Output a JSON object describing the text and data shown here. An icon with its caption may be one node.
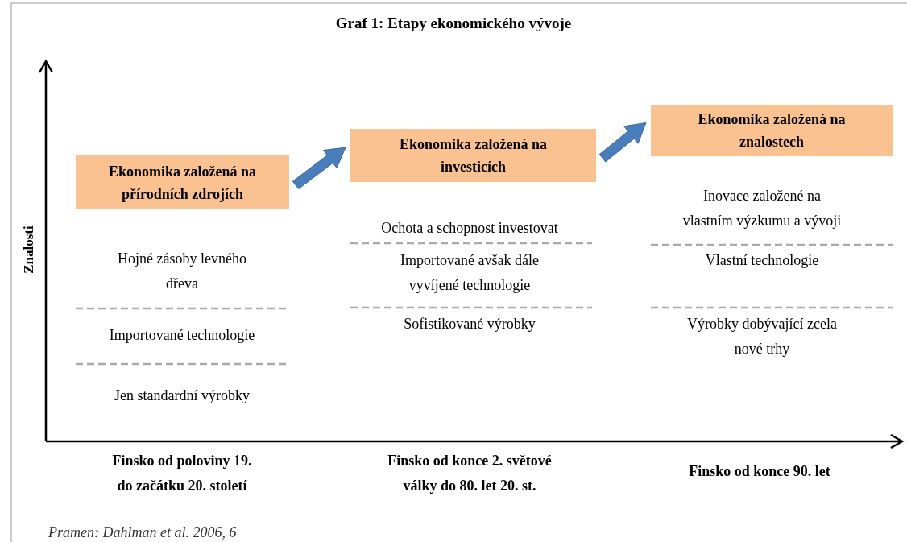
{
  "diagram": {
    "title": "Graf 1: Etapy ekonomického vývoje",
    "caption": "Pramen: Dahlman et al. 2006, 6",
    "nodes": [
      {
        "text": [
          "Ekonomika založená na přírodních zdrojích"
        ],
        "beside": [
          "Hojné zásoby levného dřeva",
          "Importované technologie",
          "Jen standardní výrobky"
        ]
      },
      {
        "text": [
          "Ekonomika založená na investicích"
        ],
        "beside": [
          "Ochota a schopnost investovat",
          "Importované avšak dále vyvíjené technologie",
          "Sofistikované výrobky"
        ]
      },
      {
        "text": [
          "Ekonomika založená na znalostech"
        ],
        "beside": [
          "Inovace založené na vlastním výzkumu a vývoji",
          "Vlastní technologie",
          "Výrobky dobývající zcela nové trhy"
        ]
      }
    ],
    "edges": [
      {
        "from": 0,
        "to": 1,
        "arrow": "to",
        "style": "thick"
      },
      {
        "from": 1,
        "to": 2,
        "arrow": "to",
        "style": "thick"
      }
    ],
    "labels": [
      "Znalosti",
      "Finsko od poloviny 19. do začátku 20. století",
      "Finsko od konce 2. světové války do 80. let 20. st.",
      "Finsko od konce 90. let"
    ]
  }
}
